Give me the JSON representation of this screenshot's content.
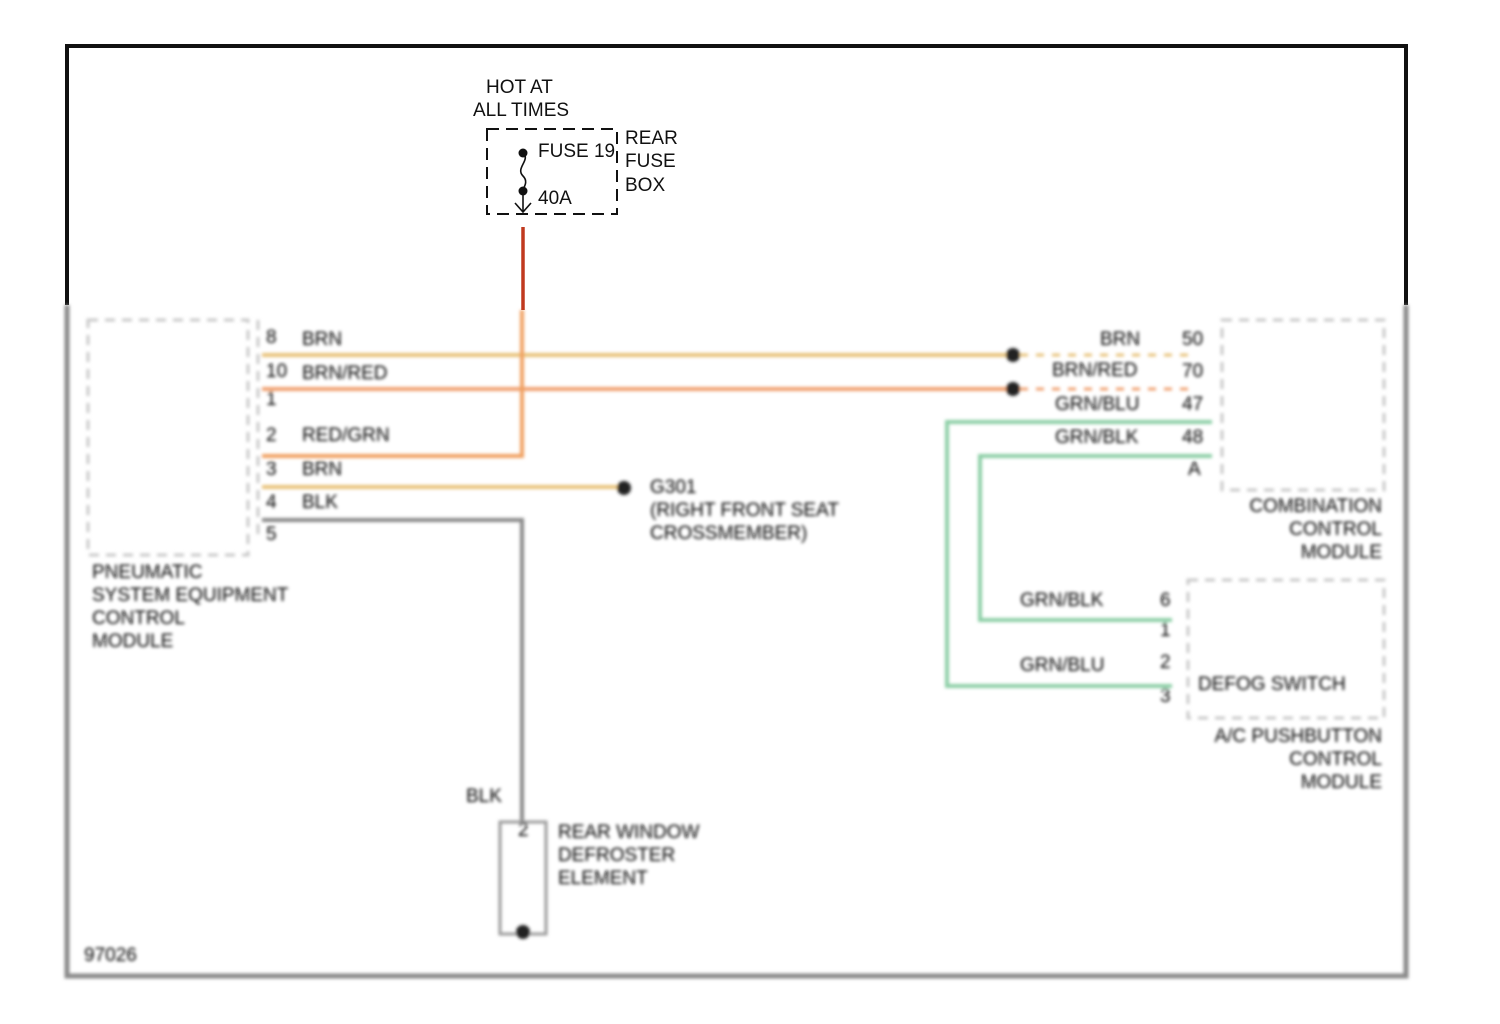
{
  "power_source": {
    "line1": "HOT AT",
    "line2": "ALL TIMES"
  },
  "fuse": {
    "name": "FUSE 19",
    "rating": "40A"
  },
  "fuse_box": {
    "line1": "REAR",
    "line2": "FUSE",
    "line3": "BOX"
  },
  "left_module": {
    "pins": [
      "8",
      "10",
      "1",
      "2",
      "3",
      "4",
      "5"
    ],
    "wires": [
      "BRN",
      "BRN/RED",
      "RED/GRN",
      "BRN",
      "BLK"
    ],
    "name_lines": [
      "PNEUMATIC",
      "SYSTEM EQUIPMENT",
      "CONTROL",
      "MODULE"
    ]
  },
  "ground_g301": {
    "id": "G301",
    "line1": "(RIGHT FRONT SEAT",
    "line2": "CROSSMEMBER)"
  },
  "right_module": {
    "pins": [
      "50",
      "70",
      "47",
      "48",
      "A"
    ],
    "wires": [
      "BRN",
      "BRN/RED",
      "GRN/BLU",
      "GRN/BLK"
    ],
    "name_lines": [
      "COMBINATION",
      "CONTROL",
      "MODULE"
    ]
  },
  "ac_module": {
    "pins": [
      "6",
      "1",
      "2",
      "3"
    ],
    "wires": [
      "GRN/BLK",
      "GRN/BLU"
    ],
    "switch_label": "DEFOG SWITCH",
    "name_lines": [
      "A/C PUSHBUTTON",
      "CONTROL",
      "MODULE"
    ]
  },
  "defroster": {
    "wire": "BLK",
    "pin": "2",
    "name_lines": [
      "REAR WINDOW",
      "DEFROSTER",
      "ELEMENT"
    ]
  },
  "figure_id": "97026",
  "colors": {
    "frame": "#111111",
    "frame_faded": "#8a8a8a",
    "brn": "#e8c27a",
    "brn_red": "#f0a070",
    "red_grn": "#f0a060",
    "red": "#c0391e",
    "blk": "#888888",
    "grn": "#8ccfa6"
  }
}
